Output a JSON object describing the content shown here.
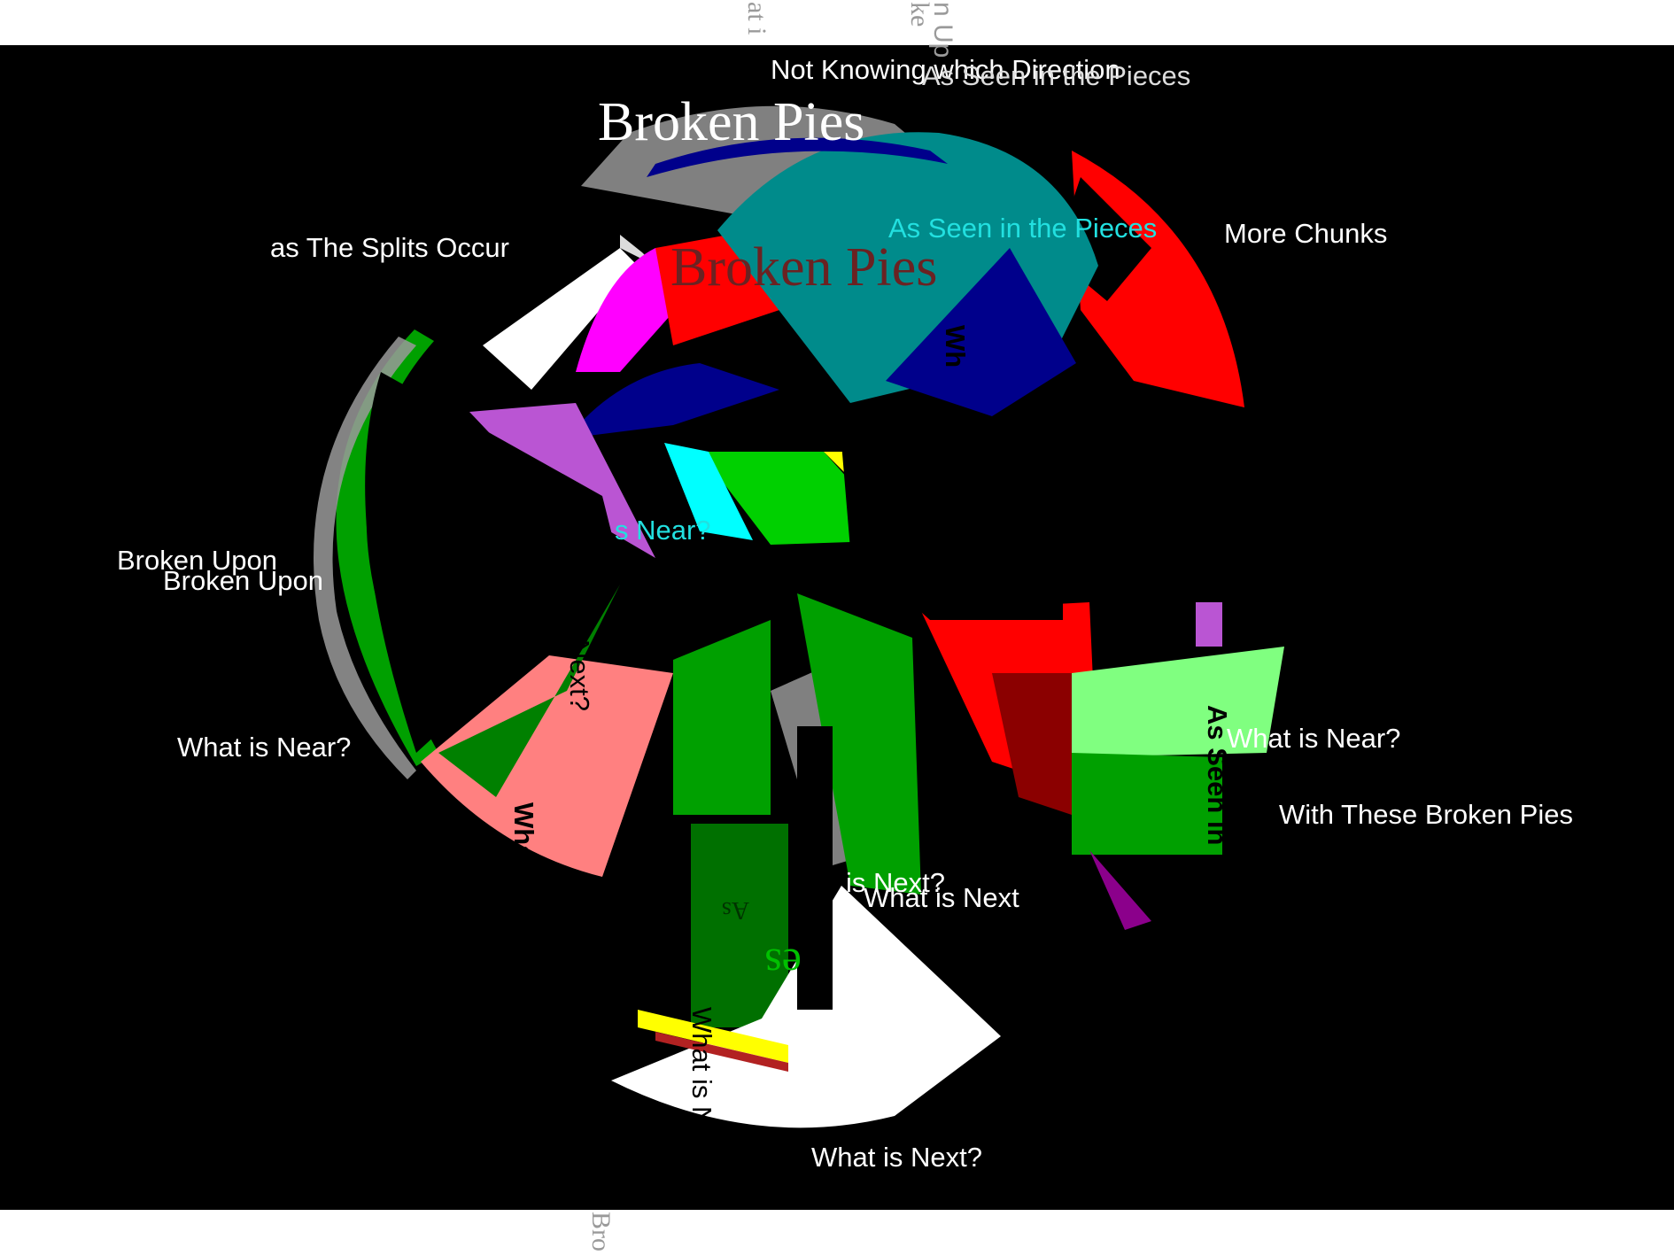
{
  "titles": {
    "main": "Broken Pies",
    "ghost": "Broken Pies"
  },
  "labels": {
    "not_knowing": "Not Knowing which Direction",
    "as_seen_top": "As Seen in the Pieces",
    "as_seen_mid": "As Seen in the Pieces",
    "more_chunks": "More Chunks",
    "splits": "as The Splits Occur",
    "broken_upon_1": "Broken Upon",
    "broken_upon_2": "Broken Upon",
    "near_left": "What is Near?",
    "near_right": "What is Near?",
    "near_center": "s Near?",
    "broken_pies_right": "With These Broken Pies",
    "next_mid_1": "is Next?",
    "next_mid_2": "What is Next",
    "next_bottom": "What is Next?",
    "vert_what_is_next": "What is Next",
    "vert_next_q": "is Next?",
    "vert_as_seen_right": "As Seen in",
    "vert_what_is_lower": "What is N",
    "vert_wh": "Wh",
    "mirror_es": "es",
    "mirror_as": "As"
  },
  "outside": {
    "top_1": "at i",
    "top_2": "n Up",
    "top_3": "ke",
    "bottom": "Bro"
  },
  "colors": {
    "background": "#000000",
    "red": "#ff0000",
    "green": "#00a000",
    "light_green": "#80ff80",
    "blue": "#00008b",
    "teal": "#008b8b",
    "magenta": "#ff00ff",
    "orchid": "#ba55d3",
    "salmon": "#ff8080",
    "yellow": "#ffff00",
    "gray": "#808080",
    "white": "#ffffff",
    "cyan": "#00ffff"
  }
}
